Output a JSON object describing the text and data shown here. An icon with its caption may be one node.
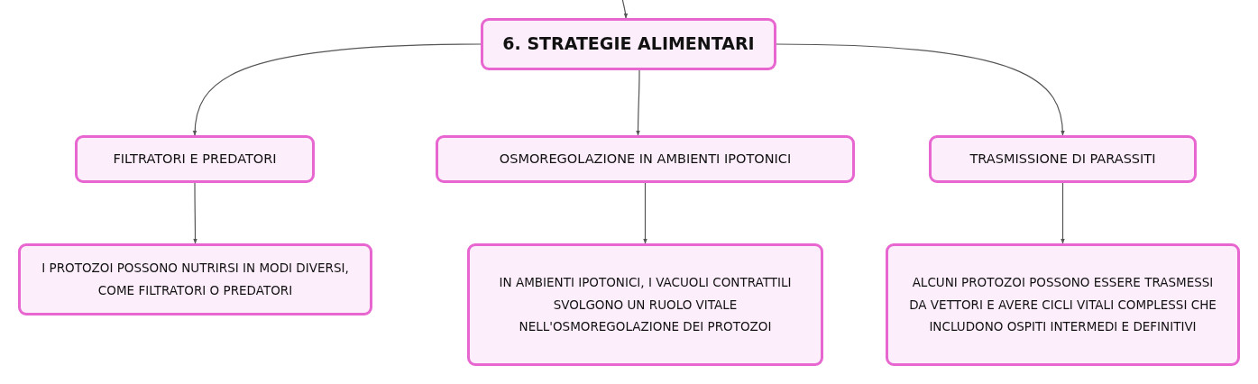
{
  "diagram": {
    "nodes": [
      {
        "text": [
          "6. STRATEGIE ALIMENTARI"
        ]
      },
      {
        "text": [
          "FILTRATORI E PREDATORI"
        ]
      },
      {
        "text": [
          "OSMOREGOLAZIONE IN AMBIENTI IPOTONICI"
        ]
      },
      {
        "text": [
          "TRASMISSIONE DI PARASSITI"
        ]
      },
      {
        "text": [
          "I PROTOZOI POSSONO NUTRIRSI IN MODI DIVERSI, COME FILTRATORI O PREDATORI"
        ]
      },
      {
        "text": [
          "IN AMBIENTI IPOTONICI, I VACUOLI CONTRATTILI SVOLGONO UN RUOLO VITALE NELL'OSMOREGOLAZIONE DEI PROTOZOI"
        ]
      },
      {
        "text": [
          "ALCUNI PROTOZOI POSSONO ESSERE TRASMESSI DA VETTORI E AVERE CICLI VITALI COMPLESSI CHE INCLUDONO OSPITI INTERMEDI E DEFINITIVI"
        ]
      }
    ],
    "edges": [
      {
        "from": null,
        "to": 0,
        "arrow": "to"
      },
      {
        "from": 0,
        "to": 1,
        "arrow": "to"
      },
      {
        "from": 0,
        "to": 2,
        "arrow": "to"
      },
      {
        "from": 0,
        "to": 3,
        "arrow": "to"
      },
      {
        "from": 1,
        "to": 4,
        "arrow": "to"
      },
      {
        "from": 2,
        "to": 5,
        "arrow": "to"
      },
      {
        "from": 3,
        "to": 6,
        "arrow": "to"
      }
    ]
  }
}
